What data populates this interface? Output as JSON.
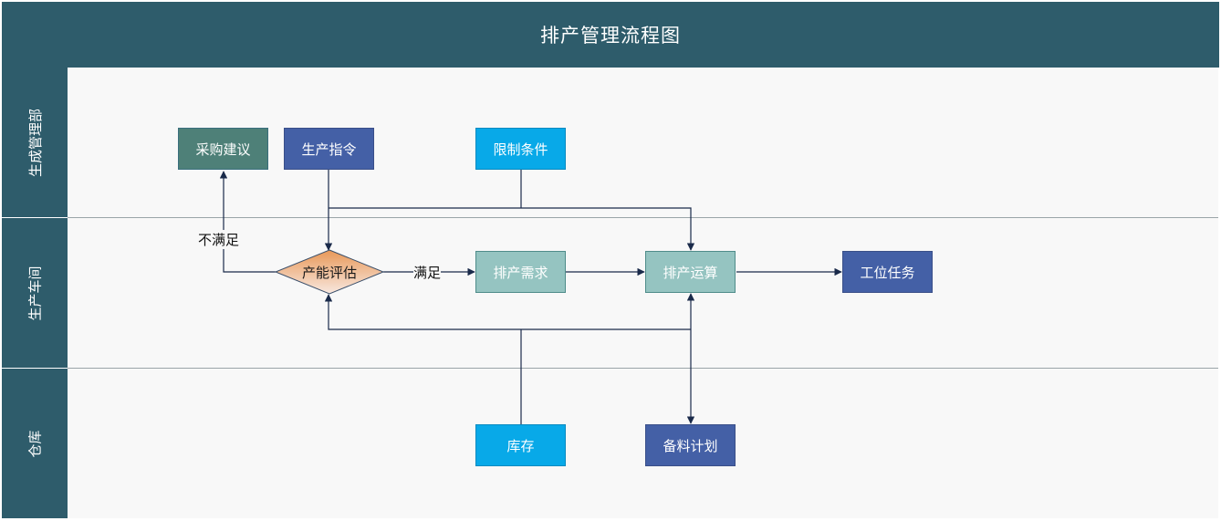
{
  "title": "排产管理流程图",
  "lanes": [
    {
      "label": "生成管理部"
    },
    {
      "label": "生产车间"
    },
    {
      "label": "仓库"
    }
  ],
  "nodes": {
    "purchase_suggestion": "采购建议",
    "production_order": "生产指令",
    "constraints": "限制条件",
    "capacity_eval": "产能评估",
    "scheduling_demand": "排产需求",
    "scheduling_calc": "排产运算",
    "station_task": "工位任务",
    "inventory": "库存",
    "material_plan": "备料计划"
  },
  "edge_labels": {
    "not_satisfied": "不满足",
    "satisfied": "满足"
  },
  "colors": {
    "header": "#2e5c6b",
    "lane_bg": "#f8f8f8",
    "node_teal": "#4e8078",
    "node_navy": "#4460a6",
    "node_cyan": "#08a9e8",
    "node_pale": "#95c4c1",
    "diamond_top": "#e89858",
    "diamond_bottom": "#f8e8e0",
    "connector": "#1a2a4a"
  }
}
